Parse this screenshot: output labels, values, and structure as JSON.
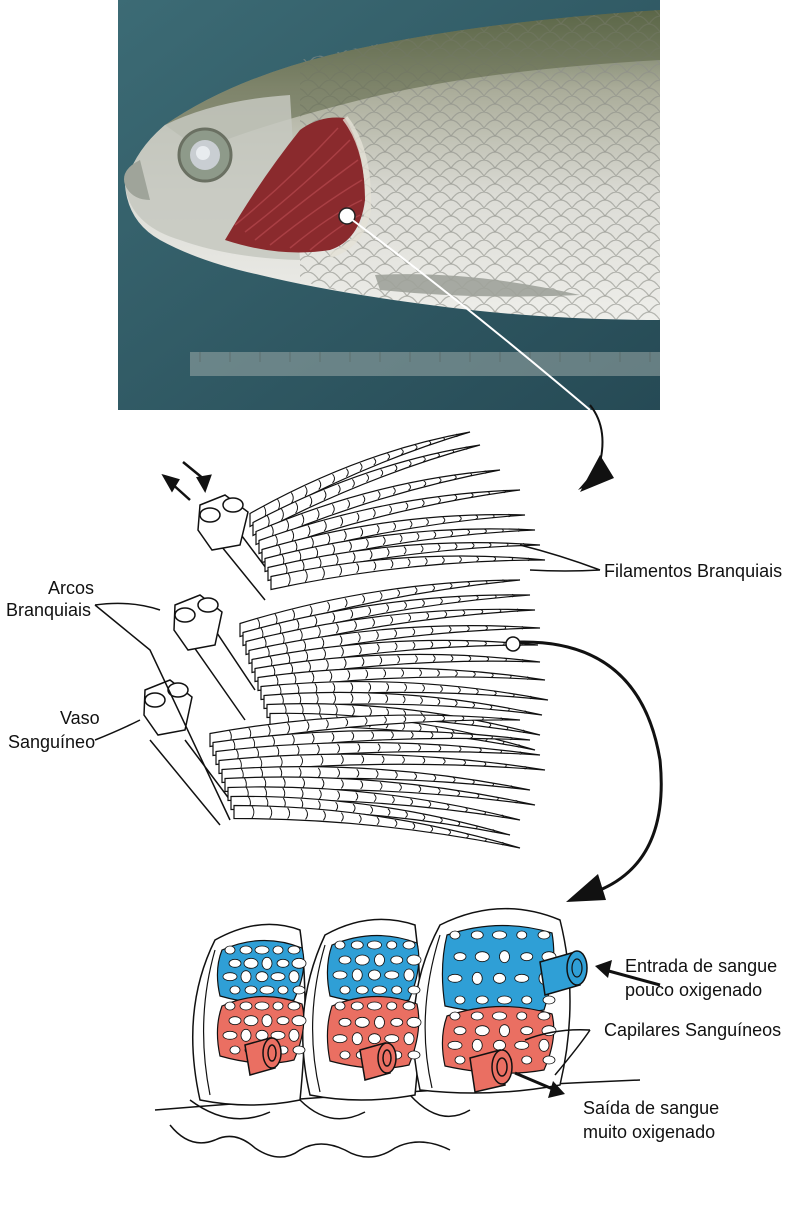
{
  "photo": {
    "description_icon": "fish-photo",
    "colors": {
      "water": "#2e5560",
      "fish_scale": "#c7c9c4",
      "gill": "#8d2a2a"
    }
  },
  "labels": {
    "filamentos": "Filamentos Branquiais",
    "arcos_line1": "Arcos",
    "arcos_line2": "Branquiais",
    "vaso_line1": "Vaso",
    "vaso_line2": "Sanguíneo",
    "entrada_line1": "Entrada de sangue",
    "entrada_line2": "pouco oxigenado",
    "capilares": "Capilares Sanguíneos",
    "saida_line1": "Saída de sangue",
    "saida_line2": "muito oxigenado"
  },
  "colors": {
    "deoxygenated": "#2f9fd6",
    "oxygenated": "#ea6f62",
    "line": "#111111"
  }
}
